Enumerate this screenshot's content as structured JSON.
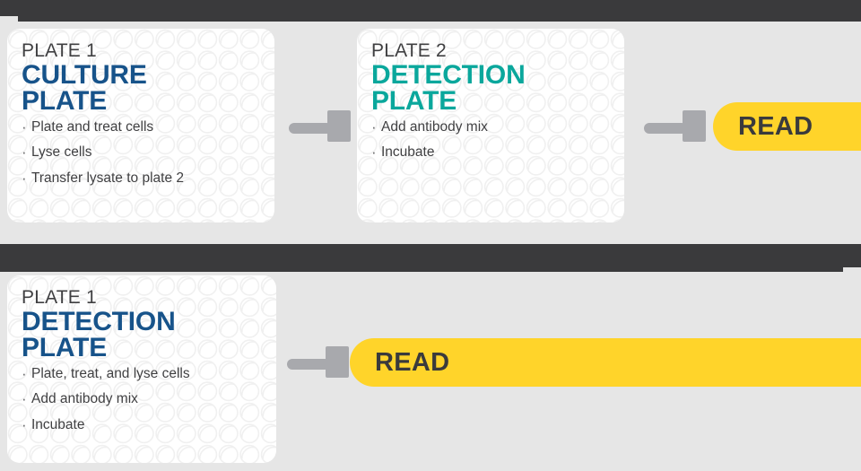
{
  "diagram": {
    "accent_colors": {
      "blue": "#17538a",
      "teal": "#0aa79c",
      "yellow": "#ffd42a",
      "dark": "#3a3a3c",
      "gray_connector": "#a8a9ad",
      "background": "#e6e6e6",
      "card": "#ffffff"
    },
    "rows": [
      {
        "id": "two-plate-workflow",
        "cards": [
          {
            "plate_number": "PLATE 1",
            "title": "CULTURE\nPLATE",
            "title_color": "blue",
            "steps": [
              "Plate and treat cells",
              "Lyse cells",
              "Transfer lysate to plate 2"
            ]
          },
          {
            "plate_number": "PLATE 2",
            "title": "DETECTION\nPLATE",
            "title_color": "teal",
            "steps": [
              "Add antibody mix",
              "Incubate"
            ]
          }
        ],
        "read_label": "READ"
      },
      {
        "id": "one-plate-workflow",
        "cards": [
          {
            "plate_number": "PLATE 1",
            "title": "DETECTION\nPLATE",
            "title_color": "blue",
            "steps": [
              "Plate, treat, and lyse cells",
              "Add antibody mix",
              "Incubate"
            ]
          }
        ],
        "read_label": "READ"
      }
    ]
  }
}
